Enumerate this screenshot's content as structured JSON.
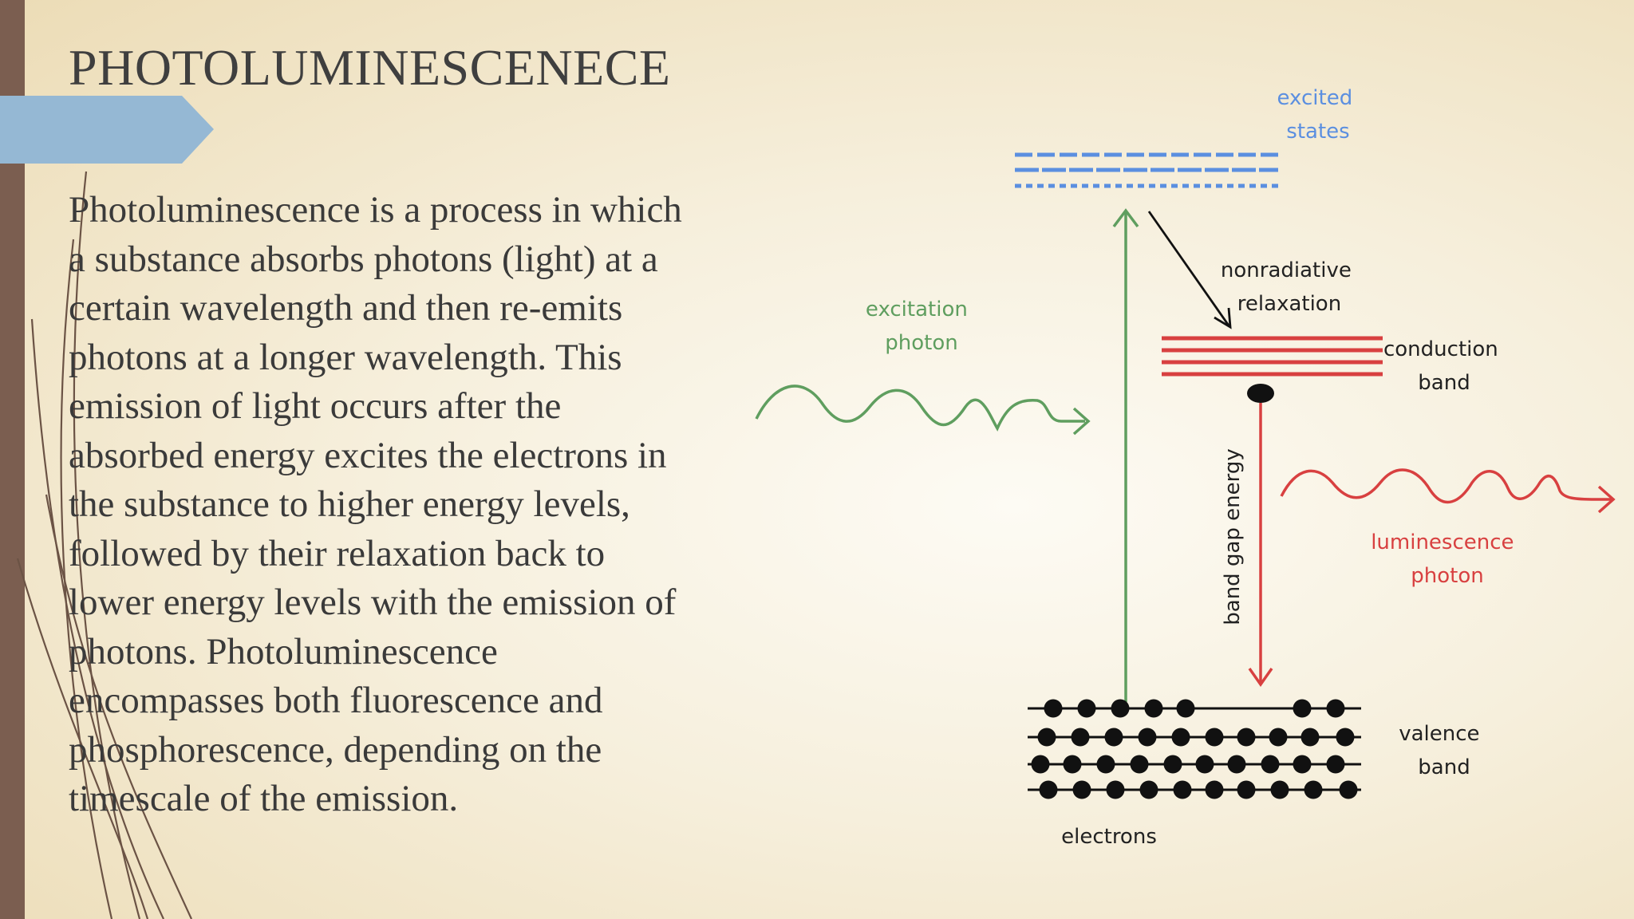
{
  "slide": {
    "title": "PHOTOLUMINESCENECE",
    "body_lines": [
      "Photoluminescence is a process in which",
      "a substance absorbs photons (light) at a",
      "certain wavelength and then re-emits",
      "photons at a longer wavelength. This",
      "emission of light occurs after the",
      "absorbed energy excites the electrons in",
      "the substance to higher energy levels,",
      "followed by their relaxation back to",
      "lower energy levels with the emission of",
      "photons. Photoluminescence",
      "encompasses both fluorescence and",
      "phosphorescence, depending on the",
      "timescale of the emission."
    ]
  },
  "diagram": {
    "excited_states": [
      "excited",
      "states"
    ],
    "nonradiative": [
      "nonradiative",
      "relaxation"
    ],
    "excitation_photon": [
      "excitation",
      "photon"
    ],
    "conduction_band": [
      "conduction",
      "band"
    ],
    "band_gap": "band gap energy",
    "luminescence_photon": [
      "luminescence",
      "photon"
    ],
    "valence_band": [
      "valence",
      "band"
    ],
    "electrons": "electrons",
    "colors": {
      "excited": "#5b8fe0",
      "excitation": "#5f9e5f",
      "conduction": "#d84040",
      "text_dark": "#222222",
      "accent_tab": "#95b8d4",
      "side_bar": "#7b5e50"
    }
  }
}
